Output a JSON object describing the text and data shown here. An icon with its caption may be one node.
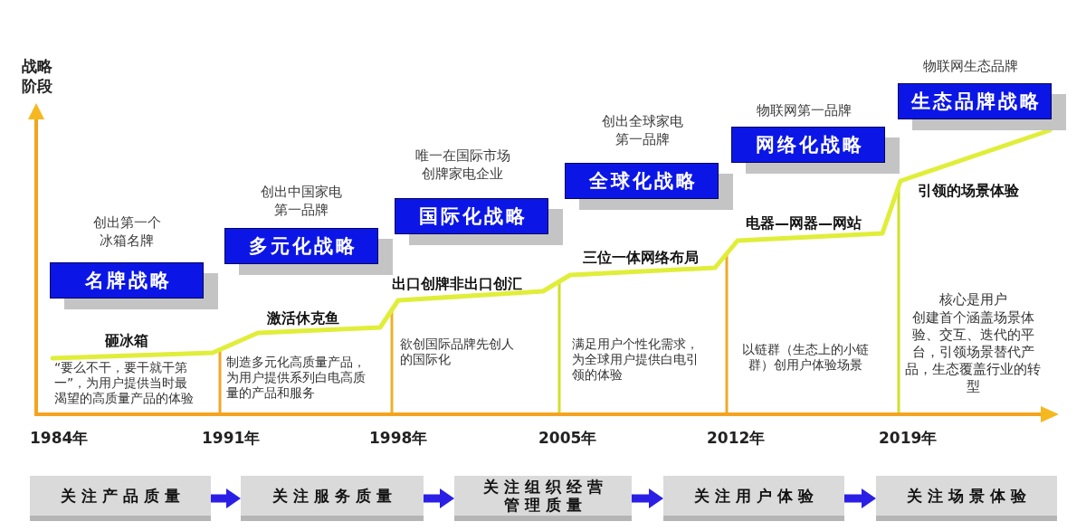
{
  "diagram": {
    "nodes": [
      {
        "text": [
          "名牌战略"
        ],
        "beside": [
          "创出第一个冰箱名牌"
        ]
      },
      {
        "text": [
          "多元化战略"
        ],
        "beside": [
          "创出中国家电第一品牌"
        ]
      },
      {
        "text": [
          "国际化战略"
        ],
        "beside": [
          "唯一在国际市场创牌家电企业"
        ]
      },
      {
        "text": [
          "全球化战略"
        ],
        "beside": [
          "创出全球家电第一品牌"
        ]
      },
      {
        "text": [
          "网络化战略"
        ],
        "beside": [
          "物联网第一品牌"
        ]
      },
      {
        "text": [
          "生态品牌战略"
        ],
        "beside": [
          "物联网生态品牌"
        ]
      },
      {
        "text": [
          "关注产品质量"
        ]
      },
      {
        "text": [
          "关注服务质量"
        ]
      },
      {
        "text": [
          "关注组织经营管理质量"
        ]
      },
      {
        "text": [
          "关注用户体验"
        ]
      },
      {
        "text": [
          "关注场景体验"
        ]
      }
    ],
    "edges": [
      {
        "from": 6,
        "to": 7,
        "arrow": "to"
      },
      {
        "from": 7,
        "to": 8,
        "arrow": "to"
      },
      {
        "from": 8,
        "to": 9,
        "arrow": "to"
      },
      {
        "from": 9,
        "to": 10,
        "arrow": "to"
      }
    ],
    "labels": [
      "战略阶段",
      "砸冰箱",
      "“要么不干，要干就干第一”，为用户提供当时最渴望的高质量产品的体验",
      "激活休克鱼",
      "制造多元化高质量产品，为用户提供系列白电高质量的产品和服务",
      "出口创牌非出口创汇",
      "欲创国际品牌先创人的国际化",
      "三位一体网络布局",
      "满足用户个性化需求，为全球用户提供白电引领的体验",
      "电器—网器—网站",
      "以链群（生态上的小链群）创用户体验场景",
      "引领的场景体验",
      "核心是用户",
      "创建首个涵盖场景体验、交互、迭代的平台，引领场景替代产品，生态覆盖行业的转型",
      "1984年",
      "1991年",
      "1998年",
      "2005年",
      "2012年",
      "2019年"
    ]
  }
}
